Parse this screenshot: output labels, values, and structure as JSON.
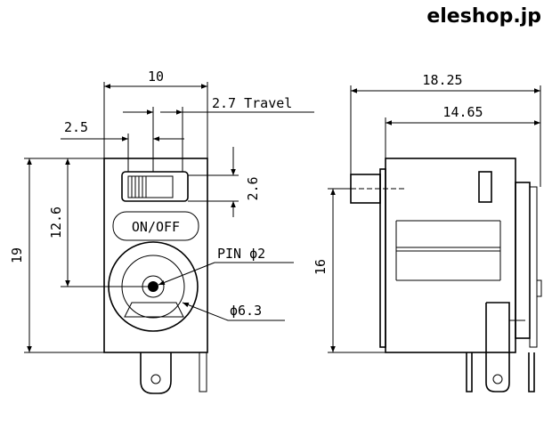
{
  "brand": {
    "name": "eleshop.jp"
  },
  "front_view": {
    "width_label": "10",
    "travel_label": "2.7 Travel",
    "switch_offset_label": "2.5",
    "height_label": "19",
    "upper_height_label": "12.6",
    "switch_height_label": "2.6",
    "switch_text": "ON/OFF",
    "pin_label": "PIN ϕ2",
    "jack_label": "ϕ6.3"
  },
  "side_view": {
    "total_depth_label": "18.25",
    "body_depth_label": "14.65",
    "height_label": "16"
  }
}
